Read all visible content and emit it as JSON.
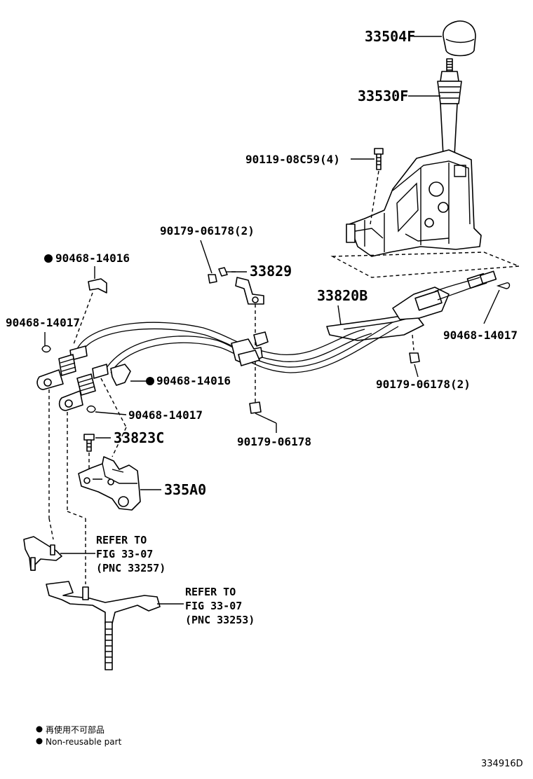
{
  "labels": {
    "knob": "33504F",
    "lever": "33530F",
    "bolt_housing": "90119-08C59(4)",
    "nut_top": "90179-06178(2)",
    "clip_33829": "33829",
    "cable_assy": "33820B",
    "clip_nr_top": "90468-14016",
    "clip_left": "90468-14017",
    "clip_right": "90468-14017",
    "nut_right": "90179-06178(2)",
    "clip_nr_mid": "90468-14016",
    "clip_mid": "90468-14017",
    "bolt_33823C": "33823C",
    "nut_bottom": "90179-06178",
    "bracket": "335A0"
  },
  "refer1": {
    "line1": "REFER TO",
    "line2": "FIG 33-07",
    "line3": "(PNC 33257)"
  },
  "refer2": {
    "line1": "REFER TO",
    "line2": "FIG 33-07",
    "line3": "(PNC 33253)"
  },
  "legend": {
    "cn": "再使用不可部品",
    "en": "Non-reusable part"
  },
  "figure_code": "334916D"
}
